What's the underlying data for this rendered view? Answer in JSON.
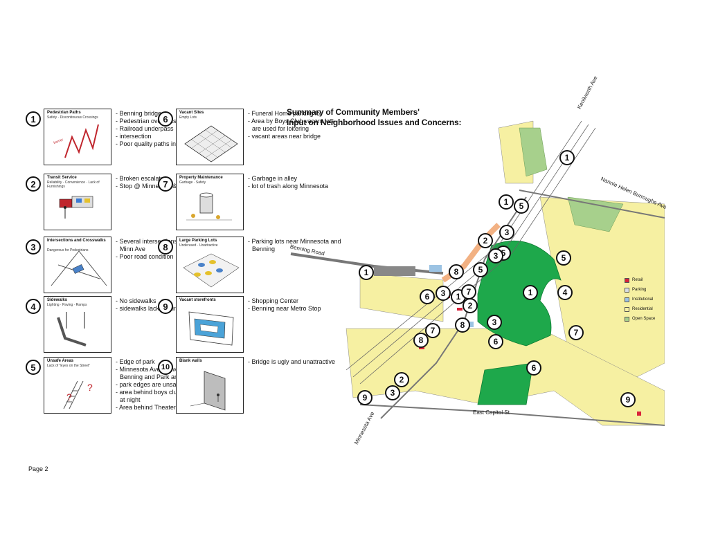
{
  "issues": [
    {
      "number": "1",
      "card_title": "Pedestrian Paths",
      "card_subtitle": "Safety · Discontinuous Crossings",
      "bullets": [
        "- Benning bridge",
        "- Pedestrian overpass",
        "- Railroad underpass",
        "- intersection",
        "- Poor quality paths in park"
      ]
    },
    {
      "number": "2",
      "card_title": "Transit Service",
      "card_subtitle": "Reliability · Convenience · Lack of Furnishings",
      "bullets": [
        "- Broken escalators",
        "- Stop @ Minnesota & Benning"
      ]
    },
    {
      "number": "3",
      "card_title": "Intersections and Crosswalks",
      "card_subtitle": "Dangerous for Pedestrians",
      "bullets": [
        "- Several intersections along Minn Ave",
        "- Poor road condition"
      ]
    },
    {
      "number": "4",
      "card_title": "Sidewalks",
      "card_subtitle": "Lighting · Paving · Ramps",
      "bullets": [
        "- No sidewalks",
        "- sidewalks lack lighting"
      ]
    },
    {
      "number": "5",
      "card_title": "Unsafe Areas",
      "card_subtitle": "Lack of \"Eyes on the Street\"",
      "bullets": [
        "- Edge of park",
        "- Minnesota Ave between Benning and Park and Ride",
        "- park edges are unsafe",
        "- area behind boys club is unsafe at night",
        "- Area behind Theater"
      ]
    },
    {
      "number": "6",
      "card_title": "Vacant Sites",
      "card_subtitle": "Empty Lots",
      "bullets": [
        "- Funeral Home parking lot",
        "- Area by Boys Club vacant lots are used for loitering",
        "- vacant areas near bridge"
      ]
    },
    {
      "number": "7",
      "card_title": "Property Maintenance",
      "card_subtitle": "Garbage · Safety",
      "bullets": [
        "- Garbage in alley",
        "- lot of trash along Minnesota"
      ]
    },
    {
      "number": "8",
      "card_title": "Large Parking Lots",
      "card_subtitle": "Underused · Unattractive",
      "bullets": [
        "- Parking lots near Minnesota and Benning"
      ]
    },
    {
      "number": "9",
      "card_title": "Vacant storefronts",
      "card_subtitle": "",
      "bullets": [
        "- Shopping Center",
        "- Benning near Metro Stop"
      ]
    },
    {
      "number": "10",
      "card_title": "Blank walls",
      "card_subtitle": "",
      "bullets": [
        "- Bridge is ugly and unattractive"
      ]
    }
  ],
  "map": {
    "title_line1": "Summary of Community Members'",
    "title_line2": "Input on Neighborhood Issues and Concerns:",
    "streets": {
      "kenilworth": "Kenilworth Ave",
      "nannie": "Nannie Helen Burroughs Ave",
      "benning": "Benning Road",
      "east_capitol": "East Capitol St",
      "minnesota": "Minnesota Ave"
    },
    "legend": [
      {
        "label": "Retail",
        "color": "#d9223a"
      },
      {
        "label": "Parking",
        "color": "#d7dde3"
      },
      {
        "label": "Institutional",
        "color": "#9cc3e3"
      },
      {
        "label": "Residential",
        "color": "#f6f0a2"
      },
      {
        "label": "Open Space",
        "color": "#a7d08c"
      }
    ],
    "markers": [
      "1",
      "5",
      "1",
      "3",
      "2",
      "5",
      "3",
      "8",
      "1",
      "6",
      "3",
      "1",
      "7",
      "5",
      "2",
      "3",
      "8",
      "7",
      "8",
      "6",
      "1",
      "4",
      "5",
      "7",
      "6",
      "2",
      "3",
      "9",
      "9"
    ]
  },
  "colors": {
    "park": "#1ea84b",
    "residential": "#f6f0a2",
    "road": "#ffffff",
    "rail": "#c9c9c9",
    "retail": "#d9223a",
    "orange_path": "#f2b183"
  },
  "footer": {
    "page": "Page 2"
  }
}
